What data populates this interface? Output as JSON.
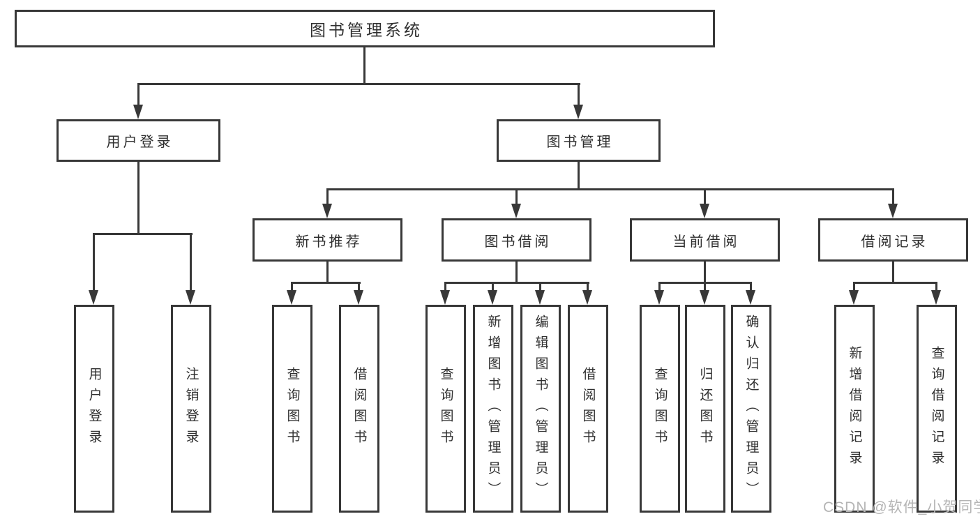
{
  "diagram": {
    "title": "图书管理系统",
    "branches": [
      {
        "label": "用户登录",
        "children": [
          {
            "label": "用户登录"
          },
          {
            "label": "注销登录"
          }
        ]
      },
      {
        "label": "图书管理",
        "children": [
          {
            "label": "新书推荐",
            "children": [
              {
                "label": "查询图书"
              },
              {
                "label": "借阅图书"
              }
            ]
          },
          {
            "label": "图书借阅",
            "children": [
              {
                "label": "查询图书"
              },
              {
                "label": "新增图书（管理员）"
              },
              {
                "label": "编辑图书（管理员）"
              },
              {
                "label": "借阅图书"
              }
            ]
          },
          {
            "label": "当前借阅",
            "children": [
              {
                "label": "查询图书"
              },
              {
                "label": "归还图书"
              },
              {
                "label": "确认归还（管理员）"
              }
            ]
          },
          {
            "label": "借阅记录",
            "children": [
              {
                "label": "新增借阅记录"
              },
              {
                "label": "查询借阅记录"
              }
            ]
          }
        ]
      }
    ]
  },
  "watermark": {
    "text": "CSDN @软件_小贺同学"
  },
  "colors": {
    "line": "#383838",
    "box_border": "#383838",
    "text": "#2f2f2f",
    "watermark": "#b5b5b5",
    "background": "#ffffff"
  }
}
